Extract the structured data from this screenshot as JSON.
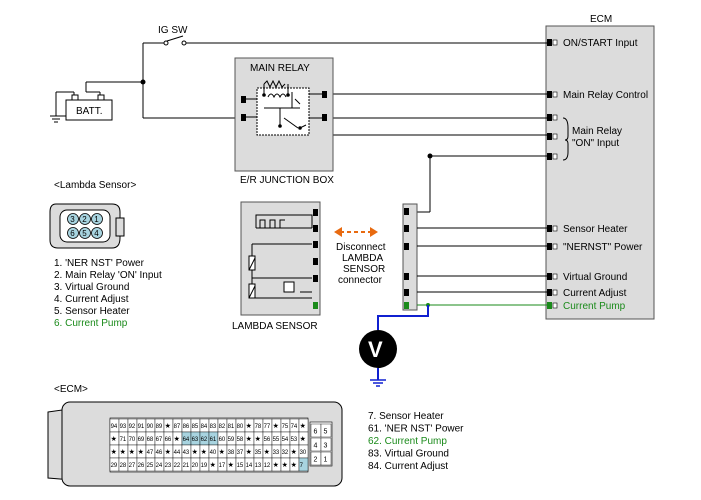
{
  "labels": {
    "ecm": "ECM",
    "ig_sw": "IG SW",
    "batt": "BATT.",
    "main_relay": "MAIN RELAY",
    "junction_box": "E/R JUNCTION BOX",
    "lambda_sensor": "LAMBDA SENSOR",
    "lambda_header": "<Lambda Sensor>",
    "ecm_header": "<ECM>",
    "voltmeter": "V",
    "disconnect": [
      "Disconnect",
      "LAMBDA",
      "SENSOR",
      "connector"
    ]
  },
  "ecm_terminals": [
    {
      "label": "ON/START Input",
      "green": false
    },
    {
      "label": "Main Relay Control",
      "green": false
    },
    {
      "label": "Main Relay",
      "green": false
    },
    {
      "label": "\"ON\" Input",
      "green": false
    },
    {
      "label": "Sensor Heater",
      "green": false
    },
    {
      "label": "\"NERNST\" Power",
      "green": false
    },
    {
      "label": "Virtual Ground",
      "green": false
    },
    {
      "label": "Current Adjust",
      "green": false
    },
    {
      "label": "Current Pump",
      "green": true
    }
  ],
  "lambda_pins": [
    {
      "text": "1. 'NER NST' Power",
      "green": false
    },
    {
      "text": "2. Main Relay 'ON' Input",
      "green": false
    },
    {
      "text": "3. Virtual Ground",
      "green": false
    },
    {
      "text": "4. Current Adjust",
      "green": false
    },
    {
      "text": "5. Sensor Heater",
      "green": false
    },
    {
      "text": "6. Current Pump",
      "green": true
    }
  ],
  "lambda_connector_numbers": [
    "3",
    "2",
    "1",
    "6",
    "5",
    "4"
  ],
  "ecm_pins": [
    {
      "text": "7. Sensor Heater",
      "green": false
    },
    {
      "text": "61. 'NER NST' Power",
      "green": false
    },
    {
      "text": "62. Current Pump",
      "green": true
    },
    {
      "text": "83. Virtual Ground",
      "green": false
    },
    {
      "text": "84. Current Adjust",
      "green": false
    }
  ],
  "ecm_connector_rows": [
    [
      "94",
      "93",
      "92",
      "91",
      "90",
      "89",
      "★",
      "87",
      "86",
      "85",
      "84",
      "83",
      "82",
      "81",
      "80",
      "★",
      "78",
      "77",
      "★",
      "75",
      "74",
      "★"
    ],
    [
      "★",
      "71",
      "70",
      "69",
      "68",
      "67",
      "66",
      "★",
      "64",
      "63",
      "62",
      "61",
      "60",
      "59",
      "58",
      "★",
      "★",
      "56",
      "55",
      "54",
      "53",
      "★"
    ],
    [
      "★",
      "★",
      "★",
      "★",
      "47",
      "46",
      "★",
      "44",
      "43",
      "★",
      "★",
      "40",
      "★",
      "38",
      "37",
      "★",
      "35",
      "★",
      "33",
      "32",
      "★",
      "30"
    ],
    [
      "29",
      "28",
      "27",
      "26",
      "25",
      "24",
      "23",
      "22",
      "21",
      "20",
      "19",
      "★",
      "17",
      "★",
      "15",
      "14",
      "13",
      "12",
      "★",
      "★",
      "★",
      "7"
    ]
  ],
  "ecm_connector_side": [
    "6",
    "5",
    "4",
    "3",
    "2",
    "1"
  ],
  "colors": {
    "green": "#1a8a1a",
    "blue_wire": "#1020d0",
    "orange_arrow": "#e86a10",
    "grey_box": "#dcdcdc",
    "highlight": "#a8d4e0"
  }
}
